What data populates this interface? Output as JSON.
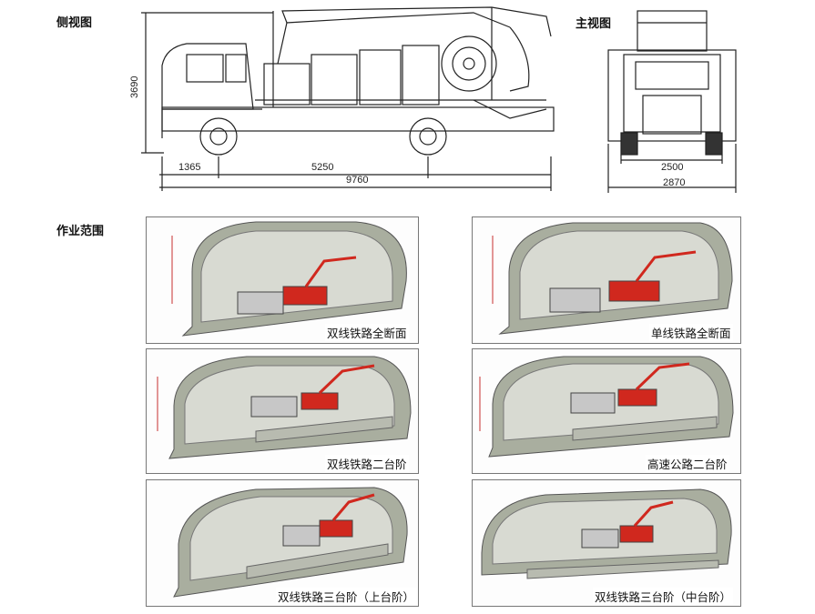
{
  "headings": {
    "side_view": "侧视图",
    "front_view": "主视图",
    "work_range": "作业范围"
  },
  "side_dims": {
    "height": "3690",
    "front_overhang": "1365",
    "wheelbase": "5250",
    "length": "9760"
  },
  "front_dims": {
    "track": "2500",
    "width": "2870"
  },
  "panels": [
    {
      "caption": "双线铁路全断面"
    },
    {
      "caption": "单线铁路全断面"
    },
    {
      "caption": "双线铁路二台阶"
    },
    {
      "caption": "高速公路二台阶"
    },
    {
      "caption": "双线铁路三台阶（上台阶）"
    },
    {
      "caption": "双线铁路三台阶（中台阶）"
    }
  ],
  "colors": {
    "machine_red": "#d0281e",
    "tunnel_grey": "#9aa095",
    "dimension_red": "#c83030"
  }
}
